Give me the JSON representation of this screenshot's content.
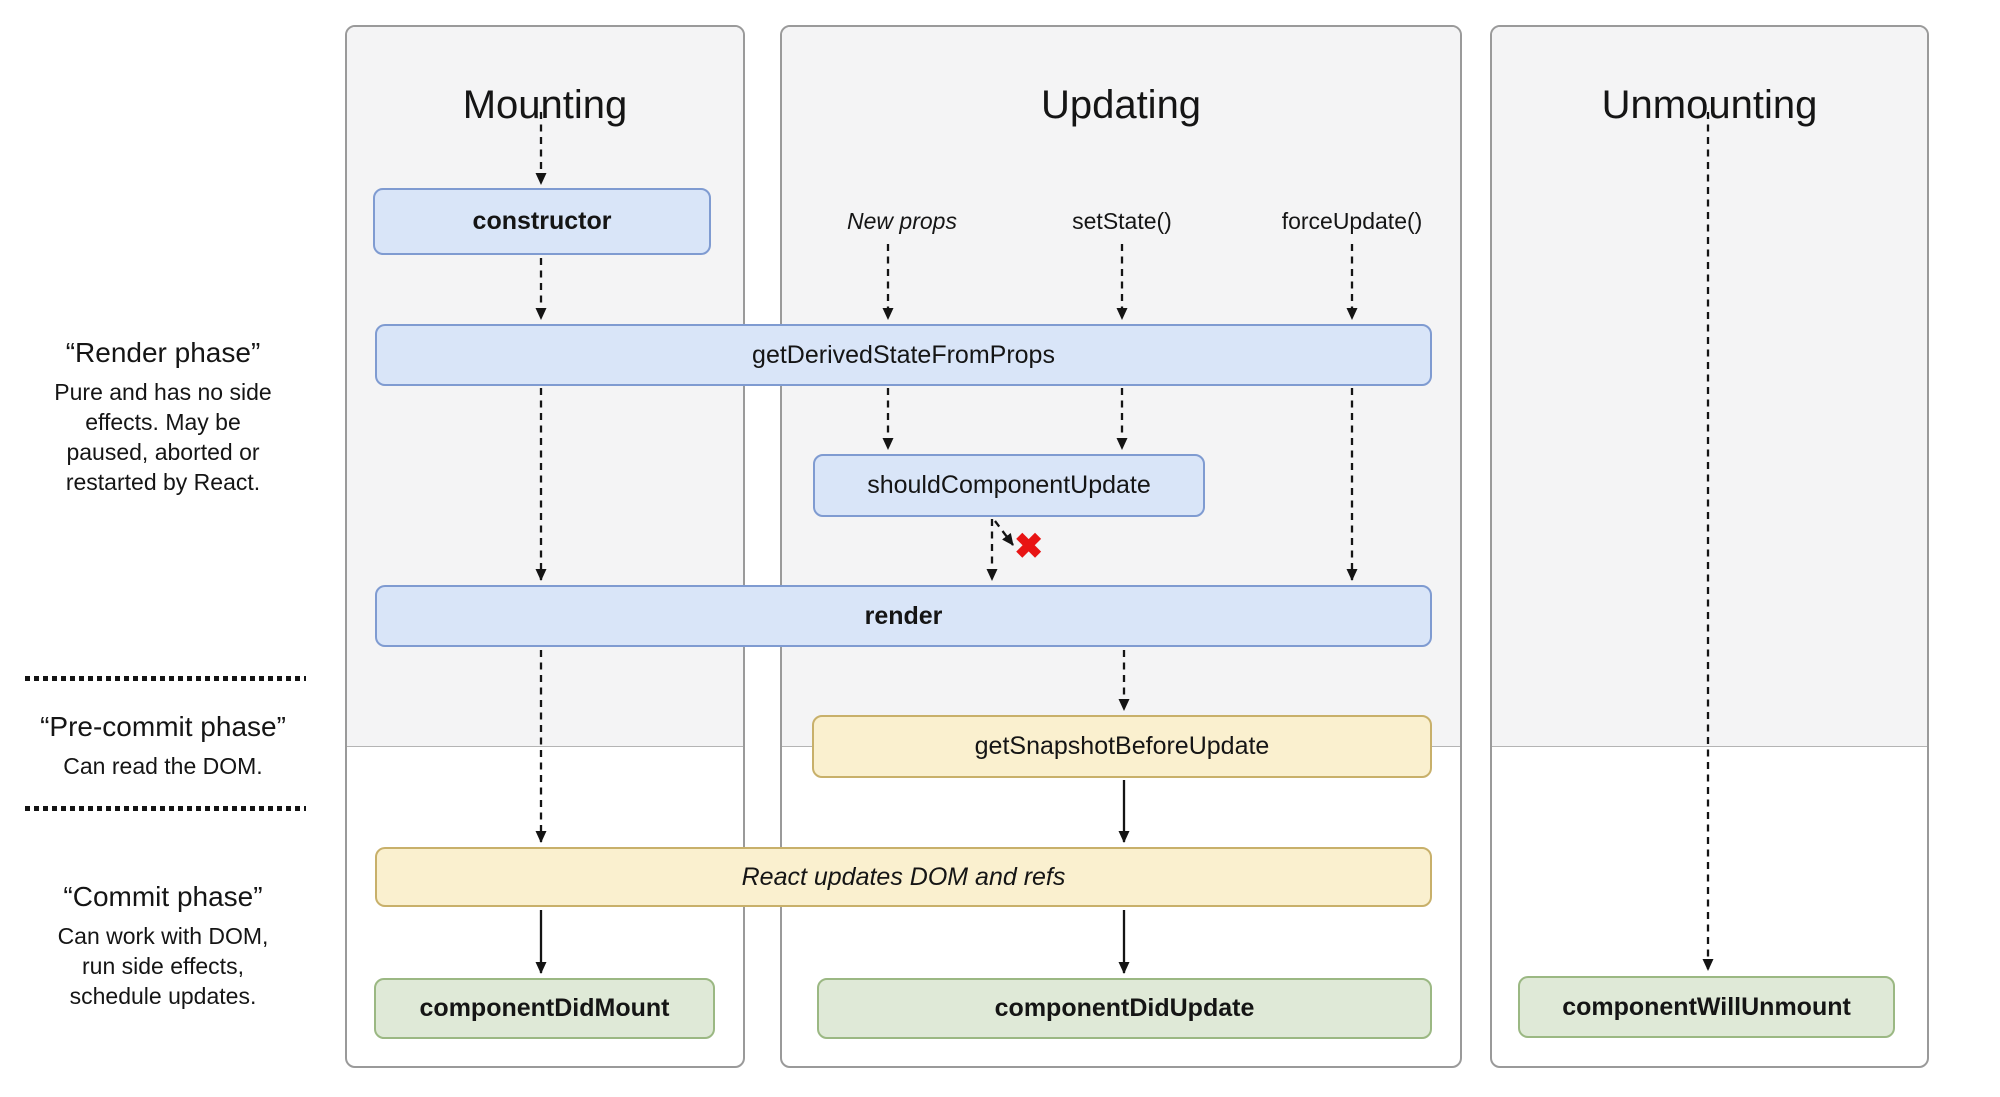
{
  "columns": [
    {
      "title": "Mounting"
    },
    {
      "title": "Updating"
    },
    {
      "title": "Unmounting"
    }
  ],
  "phases": [
    {
      "title": "“Render phase”",
      "description_lines": [
        "Pure and has no side",
        "effects. May be",
        "paused, aborted or",
        "restarted by React."
      ]
    },
    {
      "title": "“Pre-commit phase”",
      "description_lines": [
        "Can read the DOM."
      ]
    },
    {
      "title": "“Commit phase”",
      "description_lines": [
        "Can work with DOM,",
        "run side effects,",
        "schedule updates."
      ]
    }
  ],
  "update_triggers": [
    {
      "label": "New props"
    },
    {
      "label": "setState()"
    },
    {
      "label": "forceUpdate()"
    }
  ],
  "lifecycle_methods": {
    "constructor": "constructor",
    "get_derived_state_from_props": "getDerivedStateFromProps",
    "should_component_update": "shouldComponentUpdate",
    "render": "render",
    "get_snapshot_before_update": "getSnapshotBeforeUpdate",
    "react_updates_dom": "React updates DOM and refs",
    "component_did_mount": "componentDidMount",
    "component_did_update": "componentDidUpdate",
    "component_will_unmount": "componentWillUnmount"
  },
  "icons": {
    "update_blocked_x": "✖"
  },
  "colors": {
    "box-blue-fill": "#d9e5f8",
    "box-blue-border": "#7f9bd1",
    "box-yellow-fill": "#faf0cf",
    "box-yellow-border": "#c8b06a",
    "box-green-fill": "#dfe9d7",
    "box-green-border": "#9bb883",
    "column-bg": "#f4f4f5",
    "column-border": "#9a9a9a",
    "blocked-x": "#e81414"
  }
}
